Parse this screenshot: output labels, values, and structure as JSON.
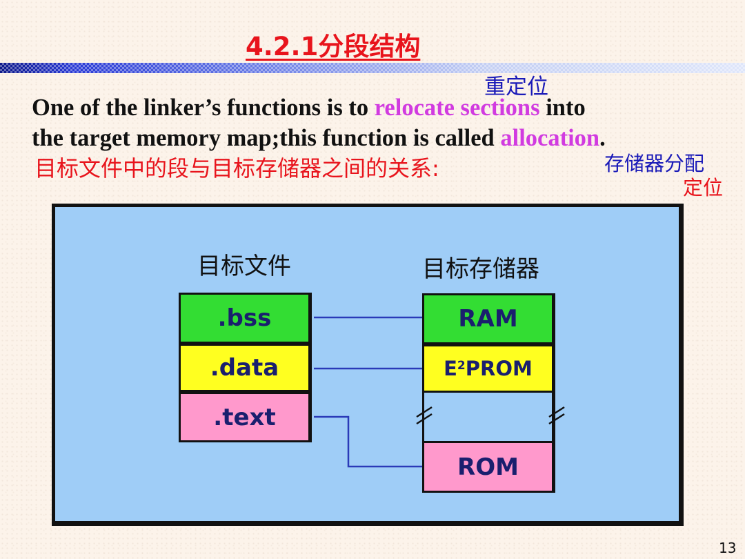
{
  "slide": {
    "title": "4.2.1分段结构",
    "line1": {
      "part1": "One of the linker’s functions is to ",
      "highlight1": "relocate sections",
      "part2": " into"
    },
    "line2": {
      "part1": "the target memory map;this function is called ",
      "highlight": "allocation",
      "part2": "."
    },
    "note_relocate": "重定位",
    "chinese_line": "目标文件中的段与目标存储器之间的关系:",
    "note_allocation": "存储器分配",
    "note_locate": "定位",
    "page_number": "13"
  },
  "diagram": {
    "object_file_header": "目标文件",
    "target_memory_header": "目标存储器",
    "sections": [
      ".bss",
      ".data",
      ".text"
    ],
    "memory": {
      "ram": "RAM",
      "e2prom_prefix": "E",
      "e2prom_sup": "2",
      "e2prom_suffix": "PROM",
      "rom": "ROM"
    }
  },
  "colors": {
    "title": "#e8141c",
    "highlight": "#d13be0",
    "note_blue": "#1a1ab8",
    "diagram_bg": "#9fcdf7",
    "green": "#33dd33",
    "yellow": "#ffff20",
    "pink": "#ff99cc",
    "block_text": "#1a1f6e",
    "connector": "#2a3ab8"
  }
}
